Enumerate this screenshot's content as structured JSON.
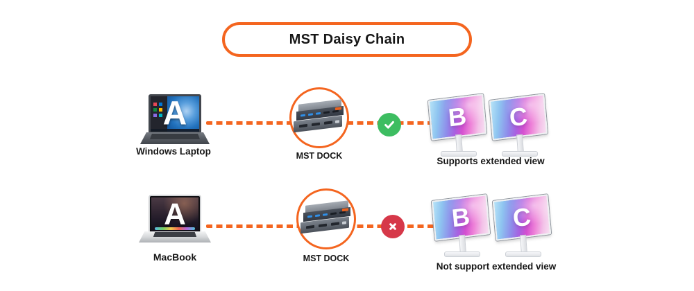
{
  "title": "MST Daisy Chain",
  "colors": {
    "accent_orange": "#F4651F",
    "success_green": "#3DBD61",
    "error_red": "#D63849"
  },
  "rows": [
    {
      "source": {
        "label": "Windows Laptop",
        "screen_letter": "A"
      },
      "dock": {
        "label": "MST DOCK"
      },
      "status": {
        "icon": "check-icon",
        "meaning": "supported"
      },
      "displays": [
        {
          "letter": "B"
        },
        {
          "letter": "C"
        }
      ],
      "displays_label": "Supports extended view"
    },
    {
      "source": {
        "label": "MacBook",
        "screen_letter": "A"
      },
      "dock": {
        "label": "MST DOCK"
      },
      "status": {
        "icon": "cross-icon",
        "meaning": "not-supported"
      },
      "displays": [
        {
          "letter": "B"
        },
        {
          "letter": "C"
        }
      ],
      "displays_label": "Not support extended view"
    }
  ]
}
